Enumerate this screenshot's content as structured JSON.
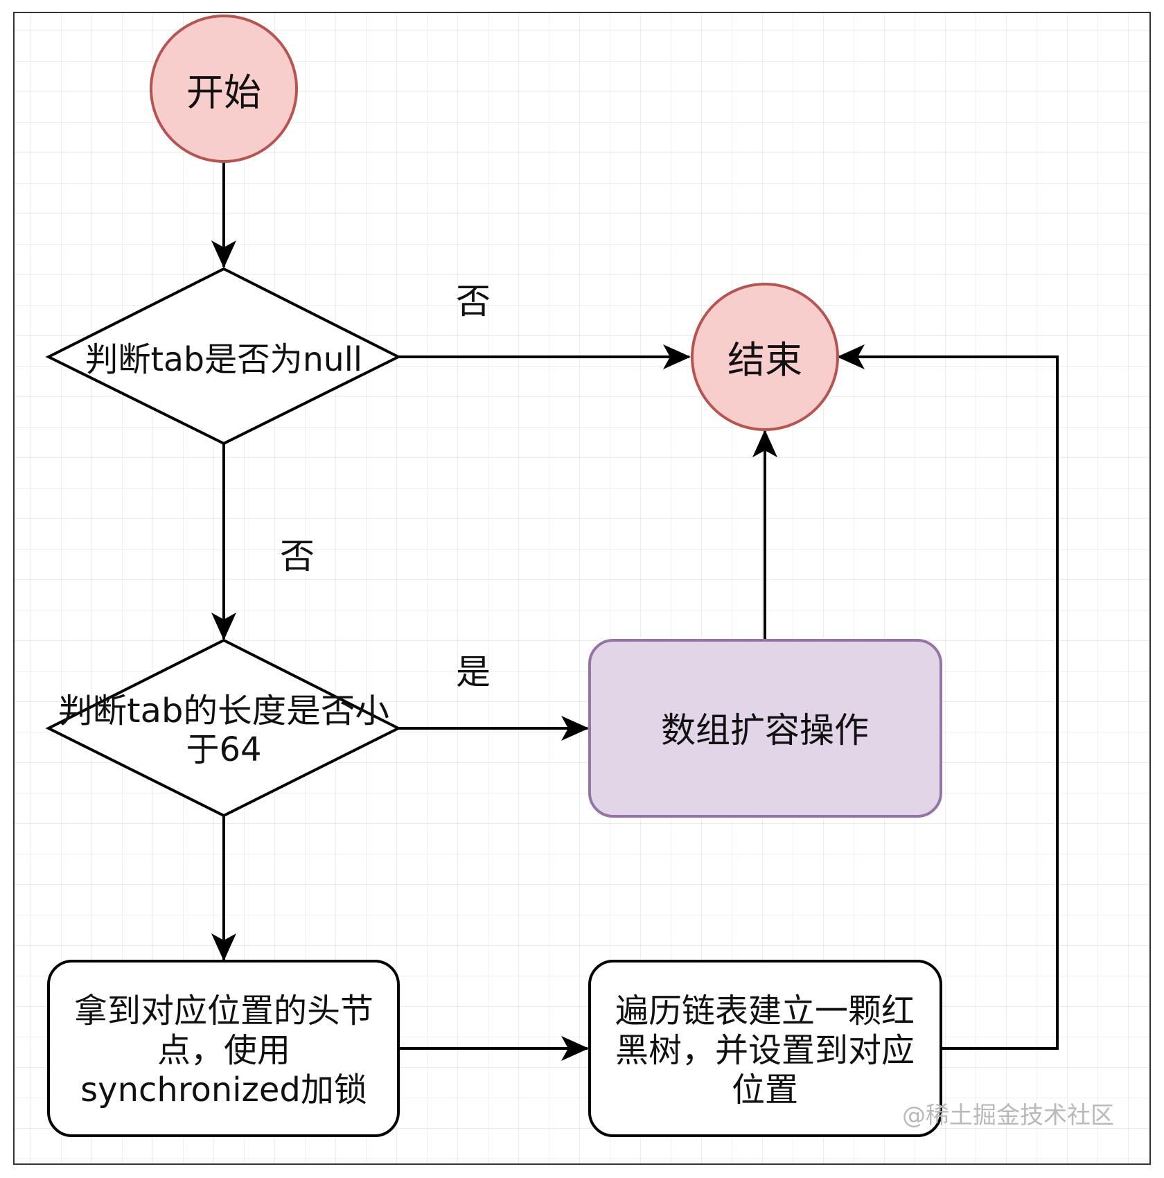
{
  "nodes": {
    "start": {
      "label": "开始"
    },
    "end": {
      "label": "结束"
    },
    "decision_null": {
      "label": "判断tab是否为null"
    },
    "decision_len": {
      "lines": [
        "判断tab的长度是否小",
        "于64"
      ]
    },
    "expand": {
      "label": "数组扩容操作"
    },
    "lock": {
      "lines": [
        "拿到对应位置的头节",
        "点，使用",
        "synchronized加锁"
      ]
    },
    "tree": {
      "lines": [
        "遍历链表建立一颗红",
        "黑树，并设置到对应",
        "位置"
      ]
    }
  },
  "edges": {
    "null_to_end_label": "否",
    "null_to_len_label": "否",
    "len_to_expand_label": "是"
  },
  "watermark": "@稀土掘金技术社区",
  "colors": {
    "terminal_fill": "#f8cecc",
    "terminal_stroke": "#b85450",
    "process_fill": "#e1d5e7",
    "process_stroke": "#9673a6",
    "line": "#000000",
    "grid": "#e6e6e6"
  }
}
